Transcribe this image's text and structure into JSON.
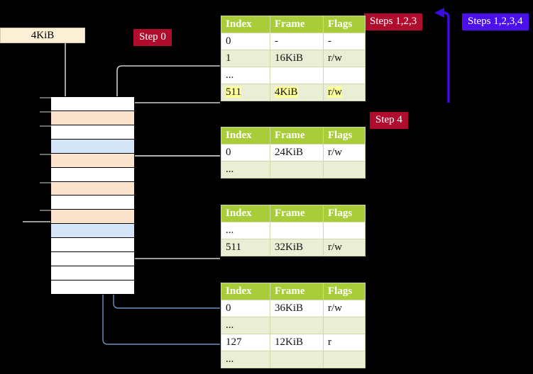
{
  "colors": {
    "header_green": "#a9cc39",
    "row_alt": "#e9eed4",
    "highlight": "#ffff99",
    "badge_red": "#af0c2e",
    "badge_blue": "#4b10ec",
    "mem_orange": "#fce3cc",
    "mem_blue": "#d6e4f7",
    "bar_cream": "#fbefd5",
    "wire_gray": "#c8c8c8",
    "wire_blue": "#6f92c4"
  },
  "labels": {
    "frame_size": "4KiB",
    "step0": "Step 0",
    "step4": "Step 4",
    "steps123": "Steps 1,2,3",
    "steps1234": "Steps 1,2,3,4"
  },
  "memory": {
    "rows": [
      {
        "fill": "white"
      },
      {
        "fill": "orange"
      },
      {
        "fill": "white"
      },
      {
        "fill": "blue"
      },
      {
        "fill": "orange"
      },
      {
        "fill": "white"
      },
      {
        "fill": "orange"
      },
      {
        "fill": "white"
      },
      {
        "fill": "orange"
      },
      {
        "fill": "blue"
      },
      {
        "fill": "white"
      },
      {
        "fill": "white"
      },
      {
        "fill": "white"
      },
      {
        "fill": "white"
      }
    ],
    "ticks": [
      0,
      1,
      2,
      4,
      6,
      8
    ]
  },
  "tables": [
    {
      "name": "level4-table",
      "columns": [
        "Index",
        "Frame",
        "Flags"
      ],
      "rows": [
        {
          "cells": [
            "0",
            "-",
            "-"
          ],
          "alt": false,
          "highlight": false
        },
        {
          "cells": [
            "1",
            "16KiB",
            "r/w"
          ],
          "alt": true,
          "highlight": false
        },
        {
          "cells": [
            "...",
            "",
            ""
          ],
          "alt": false,
          "highlight": false
        },
        {
          "cells": [
            "511",
            "4KiB",
            "r/w"
          ],
          "alt": true,
          "highlight": true
        }
      ]
    },
    {
      "name": "level3-table",
      "columns": [
        "Index",
        "Frame",
        "Flags"
      ],
      "rows": [
        {
          "cells": [
            "0",
            "24KiB",
            "r/w"
          ],
          "alt": false,
          "highlight": false
        },
        {
          "cells": [
            "...",
            "",
            ""
          ],
          "alt": true,
          "highlight": false
        }
      ]
    },
    {
      "name": "level2-table",
      "columns": [
        "Index",
        "Frame",
        "Flags"
      ],
      "rows": [
        {
          "cells": [
            "...",
            "",
            ""
          ],
          "alt": false,
          "highlight": false
        },
        {
          "cells": [
            "511",
            "32KiB",
            "r/w"
          ],
          "alt": true,
          "highlight": false
        }
      ]
    },
    {
      "name": "level1-table",
      "columns": [
        "Index",
        "Frame",
        "Flags"
      ],
      "rows": [
        {
          "cells": [
            "0",
            "36KiB",
            "r/w"
          ],
          "alt": false,
          "highlight": false
        },
        {
          "cells": [
            "...",
            "",
            ""
          ],
          "alt": true,
          "highlight": false
        },
        {
          "cells": [
            "127",
            "12KiB",
            "r"
          ],
          "alt": false,
          "highlight": false
        },
        {
          "cells": [
            "...",
            "",
            ""
          ],
          "alt": true,
          "highlight": false
        }
      ]
    }
  ]
}
